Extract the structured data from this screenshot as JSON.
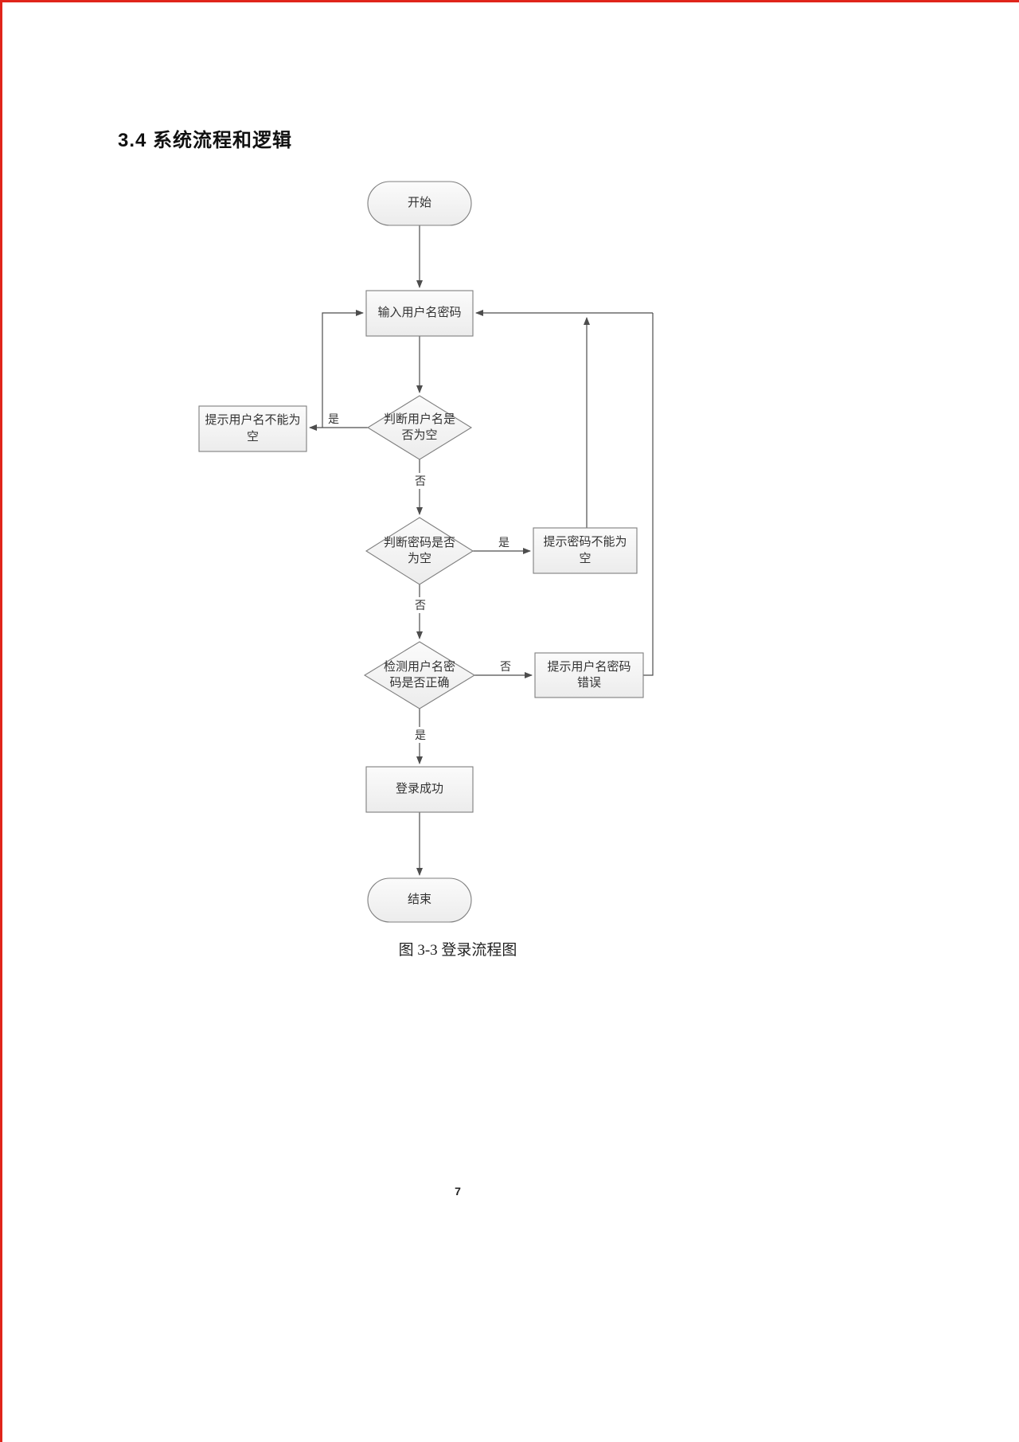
{
  "page": {
    "heading": "3.4 系统流程和逻辑",
    "caption": "图 3-3 登录流程图",
    "page_number": "7"
  },
  "flowchart": {
    "nodes": {
      "start": "开始",
      "input": "输入用户名密码",
      "check_username_empty": "判断用户名是否为空",
      "prompt_username_empty": "提示用户名不能为空",
      "check_password_empty": "判断密码是否为空",
      "prompt_password_empty": "提示密码不能为空",
      "check_credentials": "检测用户名密码是否正确",
      "prompt_credentials_wrong": "提示用户名密码错误",
      "login_success": "登录成功",
      "end": "结束"
    },
    "edge_labels": {
      "yes": "是",
      "no": "否"
    },
    "colors": {
      "node_fill": "#f4f4f4",
      "node_stroke": "#7f7f7f",
      "line": "#4d4d4d",
      "accent_border": "#e0251b"
    }
  }
}
